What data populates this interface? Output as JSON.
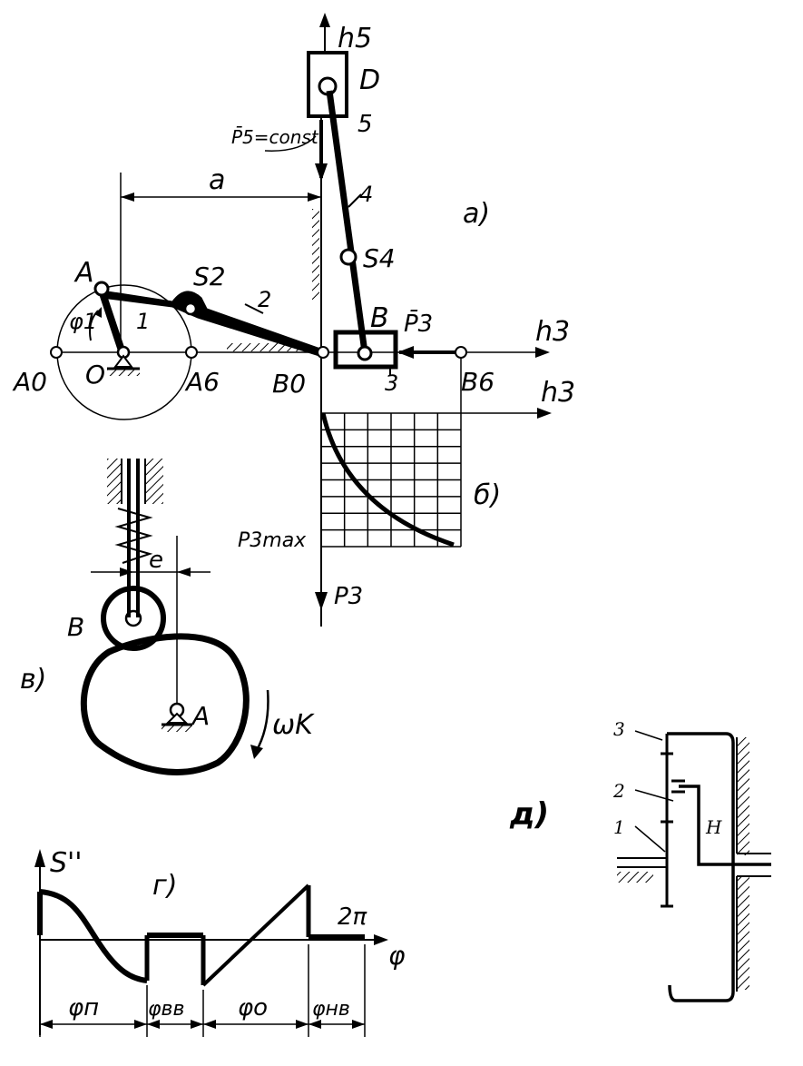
{
  "labels": {
    "h5": "h5",
    "D": "D",
    "link5": "5",
    "force5": "P̄5=const",
    "a": "a",
    "link4": "4",
    "panel_a": "а)",
    "S4": "S4",
    "A": "A",
    "S2": "S2",
    "link2": "2",
    "B": "B",
    "force3": "P̄3",
    "h3": "h3",
    "phi1": "φ1",
    "link1": "1",
    "A0": "A0",
    "O": "O",
    "A6": "A6",
    "B0": "B0",
    "link3": "3",
    "B6": "B6",
    "h3_axis": "h3",
    "panel_b": "б)",
    "P3max": "P3max",
    "P3_axis": "P3",
    "e": "e",
    "cam_B": "B",
    "panel_v": "в)",
    "cam_A": "A",
    "omega_k": "ωK",
    "S_pp": "S''",
    "panel_g": "г)",
    "two_pi": "2π",
    "phi_axis": "φ",
    "phi_p": "φп",
    "phi_vv": "φвв",
    "phi_o": "φо",
    "phi_nv": "φнв",
    "gear3": "3",
    "gear2": "2",
    "gear1": "1",
    "carrier_H": "H",
    "panel_d": "д)"
  },
  "chart_data": {
    "type": "line",
    "title": "",
    "xlabel": "φ",
    "ylabel": "S''",
    "x_end_label": "2π",
    "phases": [
      "φп",
      "φвв",
      "φо",
      "φнв"
    ]
  },
  "diagram_b": {
    "type": "curve-grid",
    "grid_rows": 8,
    "grid_cols": 6
  }
}
